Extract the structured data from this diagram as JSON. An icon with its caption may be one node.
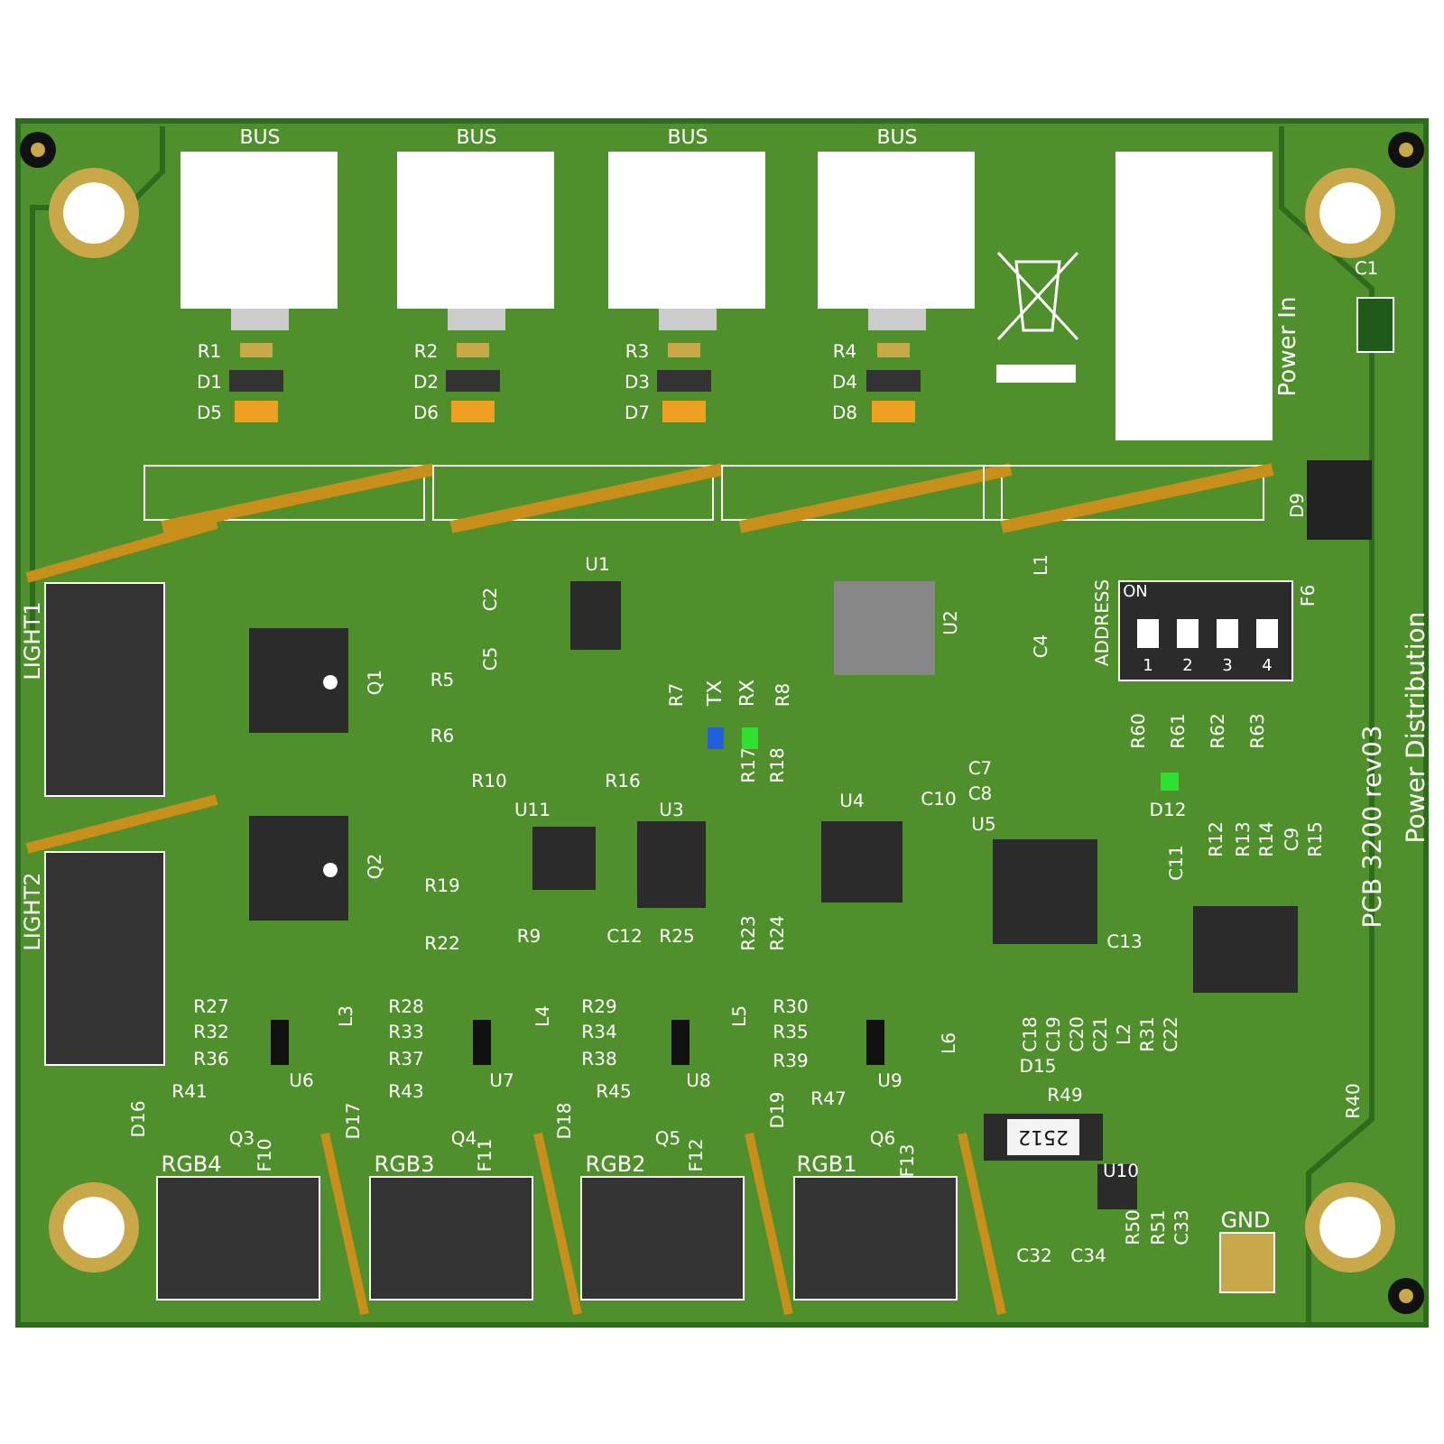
{
  "diagram": {
    "labels": [
      "BUS",
      "BUS",
      "BUS",
      "BUS",
      "R1",
      "D1",
      "D5",
      "R2",
      "D2",
      "D6",
      "R3",
      "D3",
      "D7",
      "R4",
      "D4",
      "D8",
      "Power In",
      "C1",
      "D9",
      "ADDRESS",
      "ON",
      "1",
      "2",
      "3",
      "4",
      "F6",
      "PCB 3200 rev03",
      "Power Distribution",
      "LIGHT1",
      "LIGHT2",
      "C2",
      "C5",
      "U1",
      "Q1",
      "R5",
      "R6",
      "R7",
      "TX",
      "RX",
      "R8",
      "U2",
      "L1",
      "C4",
      "R10",
      "R16",
      "U11",
      "U3",
      "R17",
      "R18",
      "U4",
      "C10",
      "C7",
      "C8",
      "U5",
      "R60",
      "R61",
      "R62",
      "R63",
      "D12",
      "Q2",
      "R12",
      "R13",
      "R14",
      "C9",
      "R15",
      "C11",
      "R19",
      "R22",
      "R9",
      "C12",
      "R25",
      "R23",
      "R24",
      "C13",
      "R27",
      "R32",
      "R36",
      "L3",
      "U6",
      "R28",
      "R33",
      "R37",
      "L4",
      "U7",
      "R29",
      "R34",
      "R38",
      "L5",
      "U8",
      "R30",
      "R35",
      "R39",
      "L6",
      "U9",
      "C18",
      "C19",
      "C20",
      "C21",
      "L2",
      "R31",
      "C22",
      "D15",
      "D16",
      "R41",
      "Q3",
      "F10",
      "D17",
      "R43",
      "Q4",
      "F11",
      "D18",
      "R45",
      "Q5",
      "F12",
      "D19",
      "R47",
      "Q6",
      "F13",
      "RGB4",
      "RGB3",
      "RGB2",
      "RGB1",
      "R49",
      "2512",
      "U10",
      "R40",
      "GND",
      "R50",
      "R51",
      "C33",
      "C32",
      "C34"
    ]
  }
}
